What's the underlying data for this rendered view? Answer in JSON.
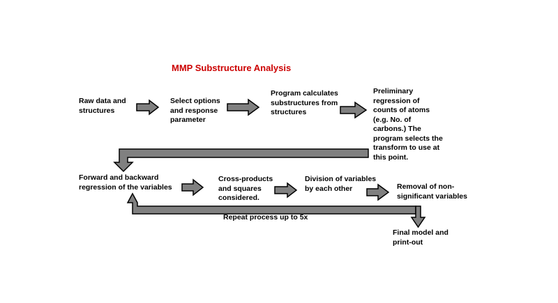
{
  "title": "MMP Substructure Analysis",
  "colors": {
    "title": "#cc0000",
    "arrow_fill": "#808080",
    "arrow_stroke": "#000000",
    "text": "#000000"
  },
  "steps": [
    {
      "id": "raw",
      "text": "Raw data and\nstructures"
    },
    {
      "id": "select",
      "text": "Select options\nand response\nparameter"
    },
    {
      "id": "calc",
      "text": "Program calculates\nsubstructures from\nstructures"
    },
    {
      "id": "prelim",
      "text": "Preliminary\nregression of\ncounts of atoms\n(e.g. No. of\ncarbons.)  The\nprogram selects the\ntransform to use at\nthis point."
    },
    {
      "id": "forward",
      "text": "Forward and backward\nregression of the variables"
    },
    {
      "id": "cross",
      "text": "Cross-products\nand squares\nconsidered."
    },
    {
      "id": "division",
      "text": "Division of variables\nby each other"
    },
    {
      "id": "removal",
      "text": "Removal of non-\nsignificant variables"
    },
    {
      "id": "final",
      "text": "Final model and\nprint-out"
    }
  ],
  "loop_label": "Repeat process up to 5x"
}
